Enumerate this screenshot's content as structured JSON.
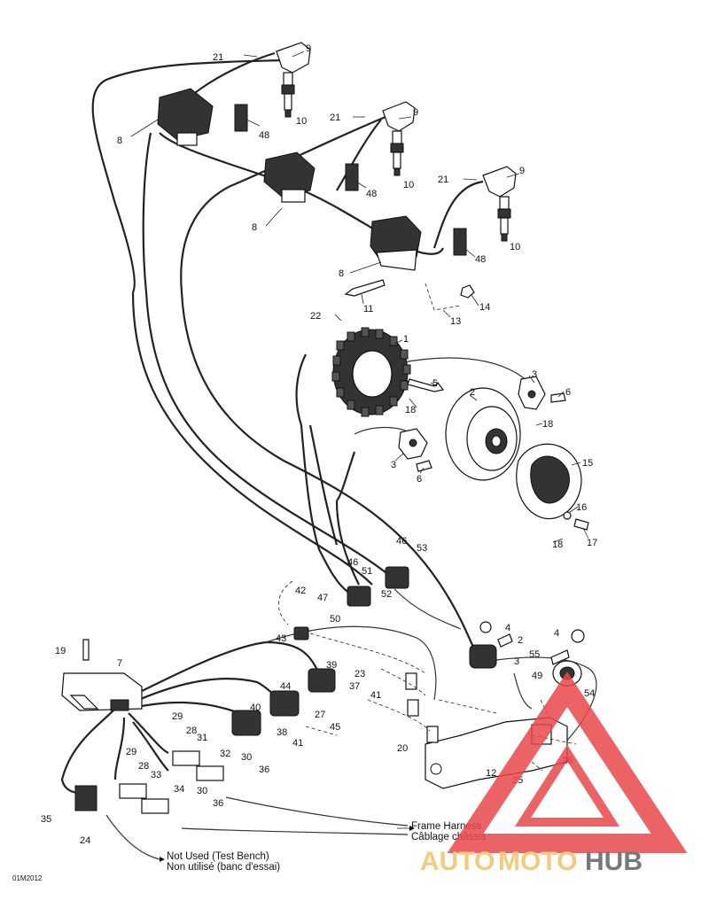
{
  "callouts": [
    "1",
    "2",
    "3",
    "3",
    "3",
    "4",
    "4",
    "5",
    "6",
    "6",
    "7",
    "8",
    "8",
    "8",
    "9",
    "9",
    "9",
    "10",
    "10",
    "10",
    "11",
    "12",
    "13",
    "14",
    "15",
    "16",
    "17",
    "18",
    "18",
    "18",
    "19",
    "20",
    "21",
    "21",
    "21",
    "22",
    "23",
    "24",
    "25",
    "26",
    "27",
    "28",
    "28",
    "29",
    "29",
    "30",
    "30",
    "31",
    "32",
    "33",
    "34",
    "35",
    "36",
    "36",
    "37",
    "38",
    "39",
    "40",
    "41",
    "41",
    "42",
    "43",
    "44",
    "45",
    "46",
    "46",
    "47",
    "48",
    "48",
    "48",
    "49",
    "50",
    "51",
    "52",
    "53",
    "54",
    "55",
    "2"
  ],
  "notes": {
    "frame_harness_en": "Frame Harness",
    "frame_harness_fr": "Câblage châssis",
    "not_used_en": "Not Used (Test Bench)",
    "not_used_fr": "Non utilisé (banc d'essai)",
    "drawing_code": "01M2012"
  },
  "watermark": {
    "auto": "AUTO",
    "moto": "MOTO",
    "hub": "HUB",
    "colors": {
      "triangle": "#e8484a",
      "auto": "#f2c36b",
      "hub": "#5e6268"
    }
  }
}
